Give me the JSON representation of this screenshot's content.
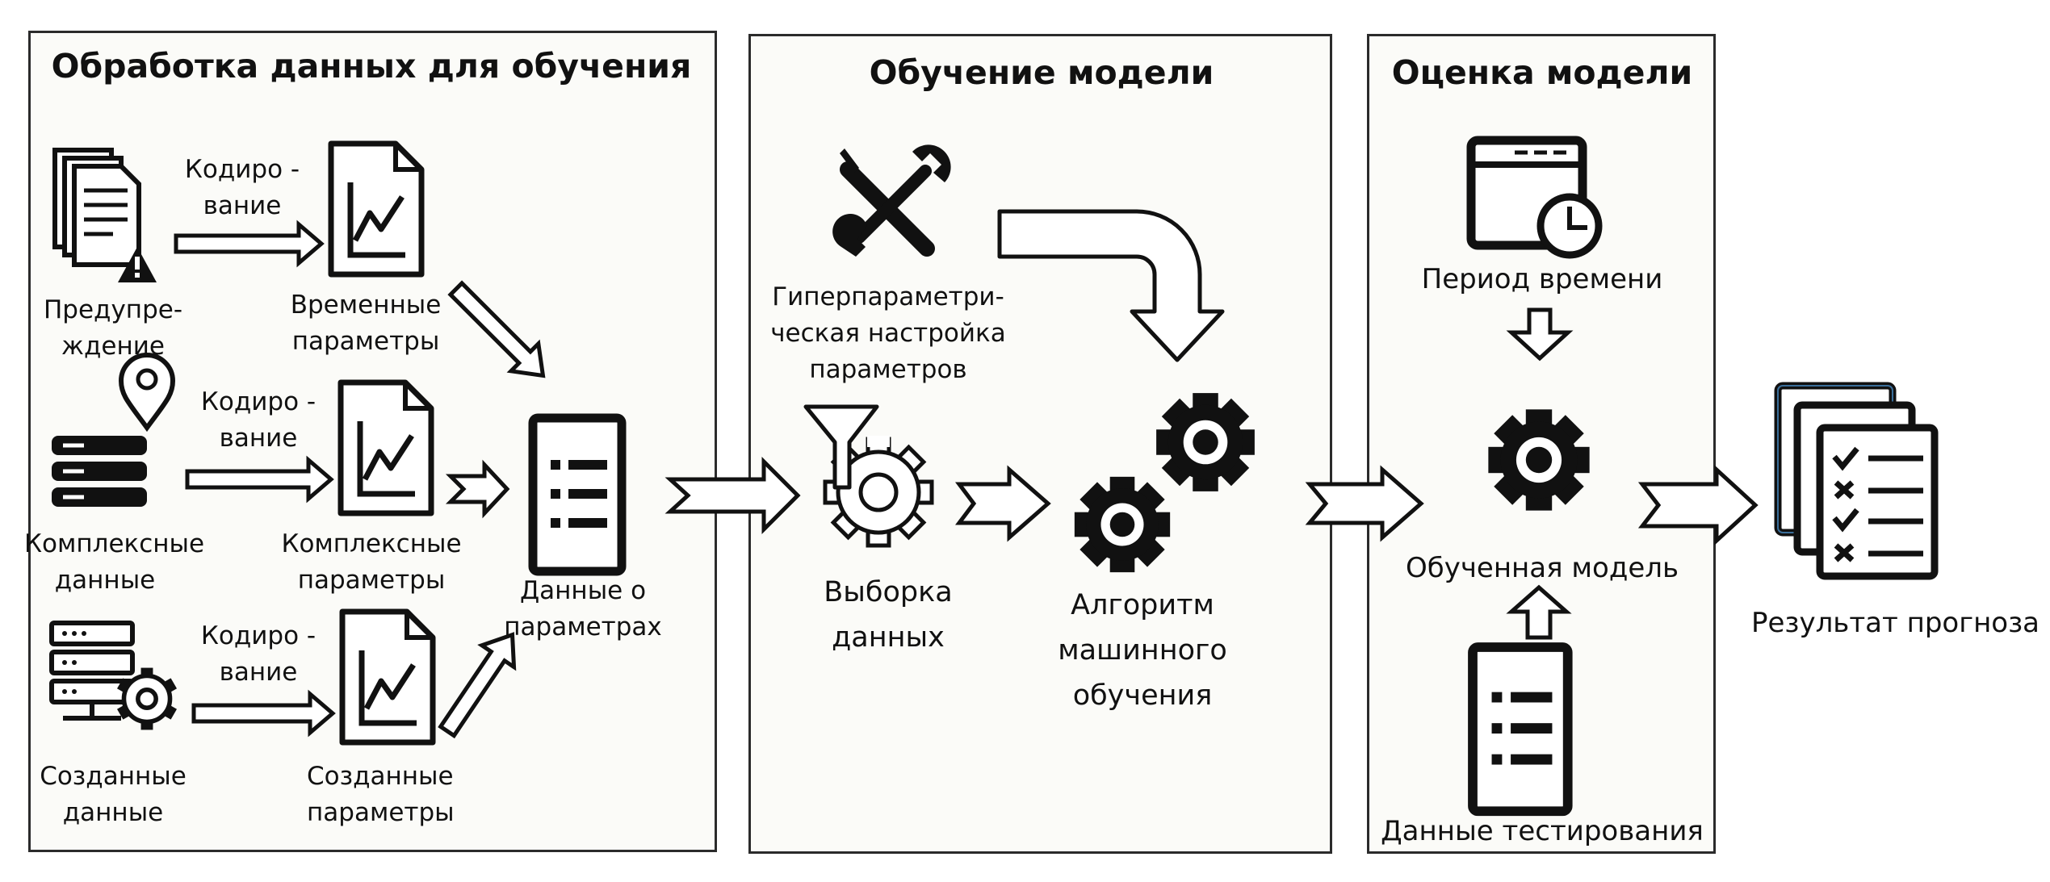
{
  "panels": {
    "data_processing": {
      "title": "Обработка данных для обучения"
    },
    "model_training": {
      "title": "Обучение модели"
    },
    "model_evaluation": {
      "title": "Оценка модели"
    }
  },
  "processing": {
    "rows": [
      {
        "source": [
          "Предупре-",
          "ждение"
        ],
        "encode": [
          "Кодиро -",
          "вание"
        ],
        "result": [
          "Временные",
          "параметры"
        ]
      },
      {
        "source": [
          "Комплексные",
          "данные"
        ],
        "encode": [
          "Кодиро -",
          "вание"
        ],
        "result": [
          "Комплексные",
          "параметры"
        ]
      },
      {
        "source": [
          "Созданные",
          "данные"
        ],
        "encode": [
          "Кодиро -",
          "вание"
        ],
        "result": [
          "Созданные",
          "параметры"
        ]
      }
    ],
    "feature_data": [
      "Данные о",
      "параметрах"
    ]
  },
  "training": {
    "hyperparameter": [
      "Гиперпараметри-",
      "ческая настройка",
      "параметров"
    ],
    "sampling": [
      "Выборка",
      "данных"
    ],
    "algorithm": [
      "Алгоритм",
      "машинного",
      "обучения"
    ]
  },
  "evaluation": {
    "time_period": "Период времени",
    "trained_model": "Обученная модель",
    "test_data": "Данные тестирования"
  },
  "output": {
    "forecast_result": "Результат прогноза"
  }
}
